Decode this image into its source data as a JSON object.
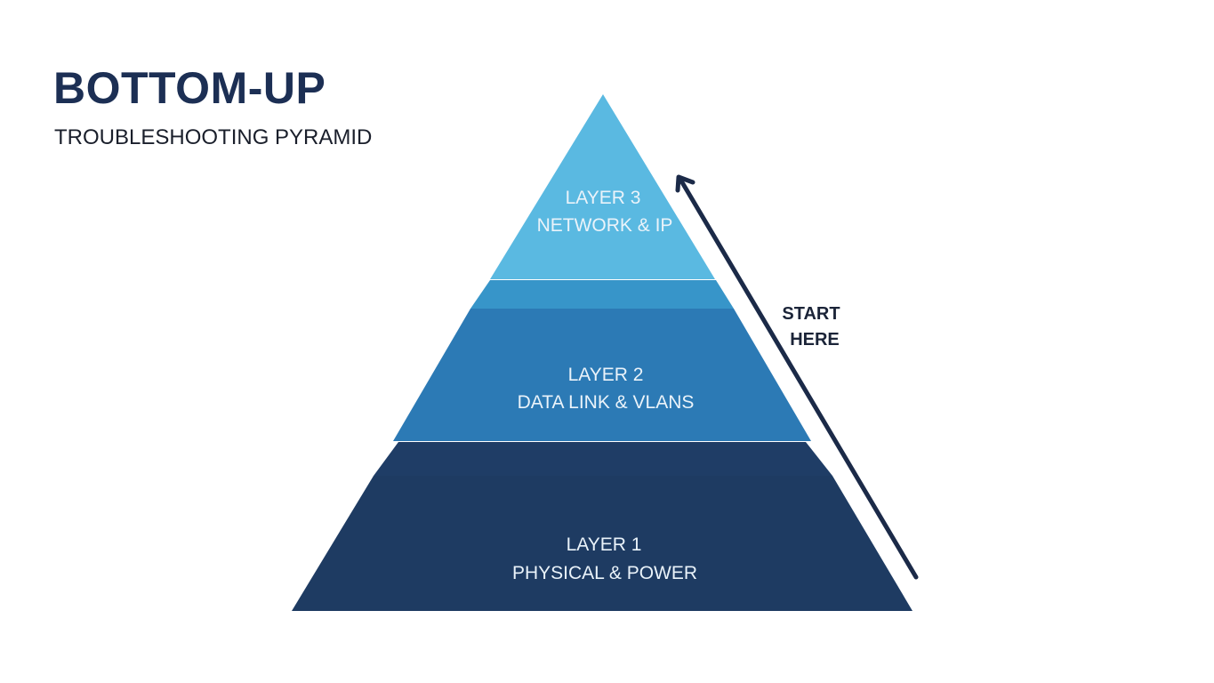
{
  "header": {
    "title": "BOTTOM-UP",
    "subtitle": "TROUBLESHOOTING PYRAMID"
  },
  "pyramid": {
    "layers": [
      {
        "id": "layer3",
        "label": "LAYER 3",
        "description": "NETWORK & IP",
        "color": "#5ab9e1",
        "step_color": "#3795c9"
      },
      {
        "id": "layer2",
        "label": "LAYER 2",
        "description": "DATA LINK & VLANS",
        "color": "#2c7ab5",
        "step_color": "#1f3d66"
      },
      {
        "id": "layer1",
        "label": "LAYER 1",
        "description": "PHYSICAL & POWER",
        "color": "#1e3b62"
      }
    ]
  },
  "arrow": {
    "label_line1": "START",
    "label_line2": "HERE",
    "color": "#1b2a48",
    "direction": "up"
  }
}
